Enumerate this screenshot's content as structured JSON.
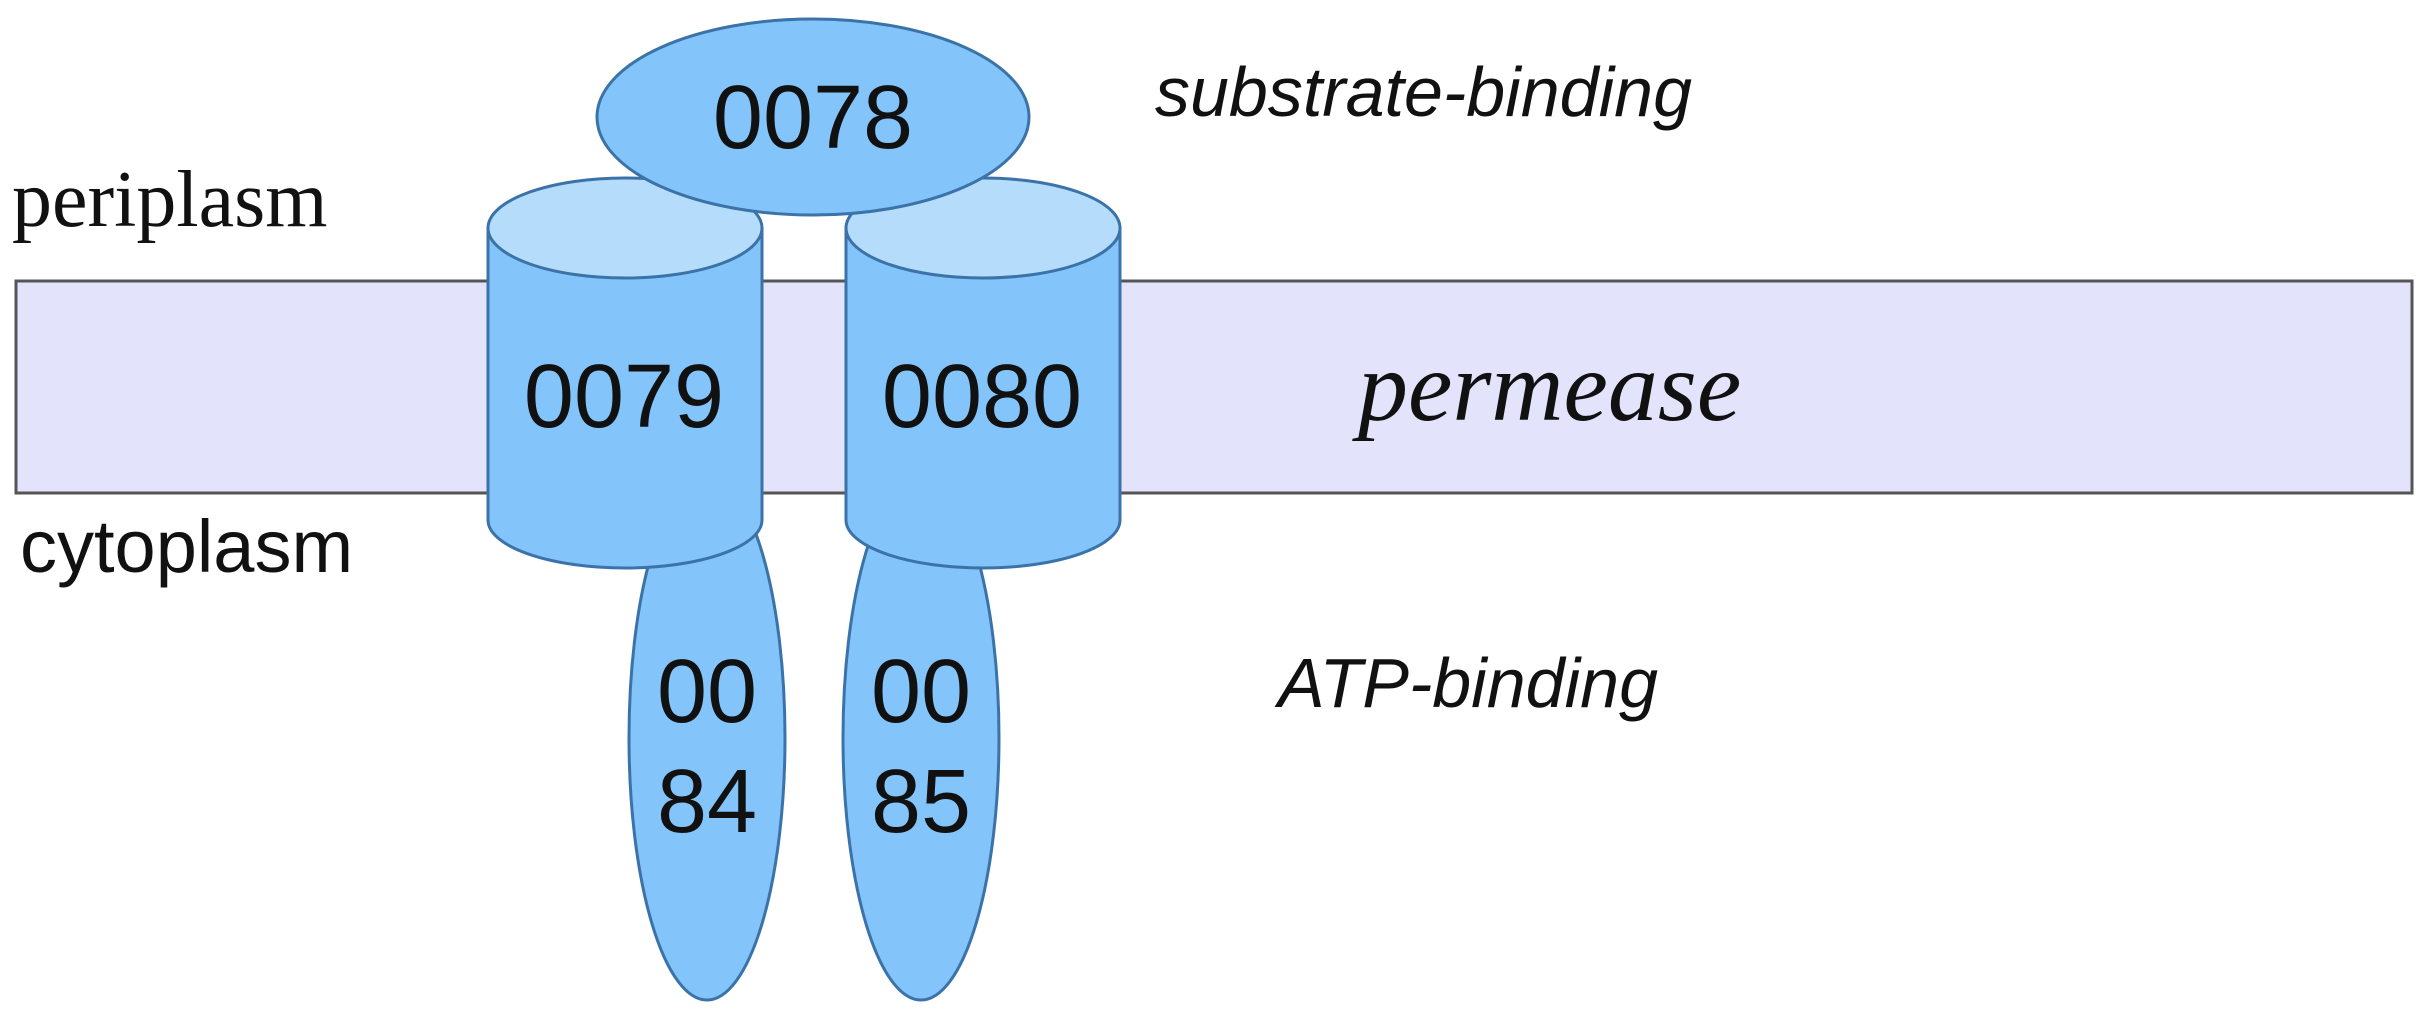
{
  "regions": {
    "periplasm": "periplasm",
    "cytoplasm": "cytoplasm"
  },
  "roles": {
    "substrate_binding": "substrate-binding",
    "permease": "permease",
    "atp_binding": "ATP-binding"
  },
  "proteins": {
    "p0078": "0078",
    "p0079": "0079",
    "p0080": "0080",
    "p0084_line1": "00",
    "p0084_line2": "84",
    "p0085_line1": "00",
    "p0085_line2": "85"
  },
  "colors": {
    "membrane_fill": "#e3e3fb",
    "membrane_stroke": "#555555",
    "protein_fill": "#83c4fa",
    "protein_top_fill": "#b5dcfb",
    "protein_stroke": "#3b73a8"
  }
}
